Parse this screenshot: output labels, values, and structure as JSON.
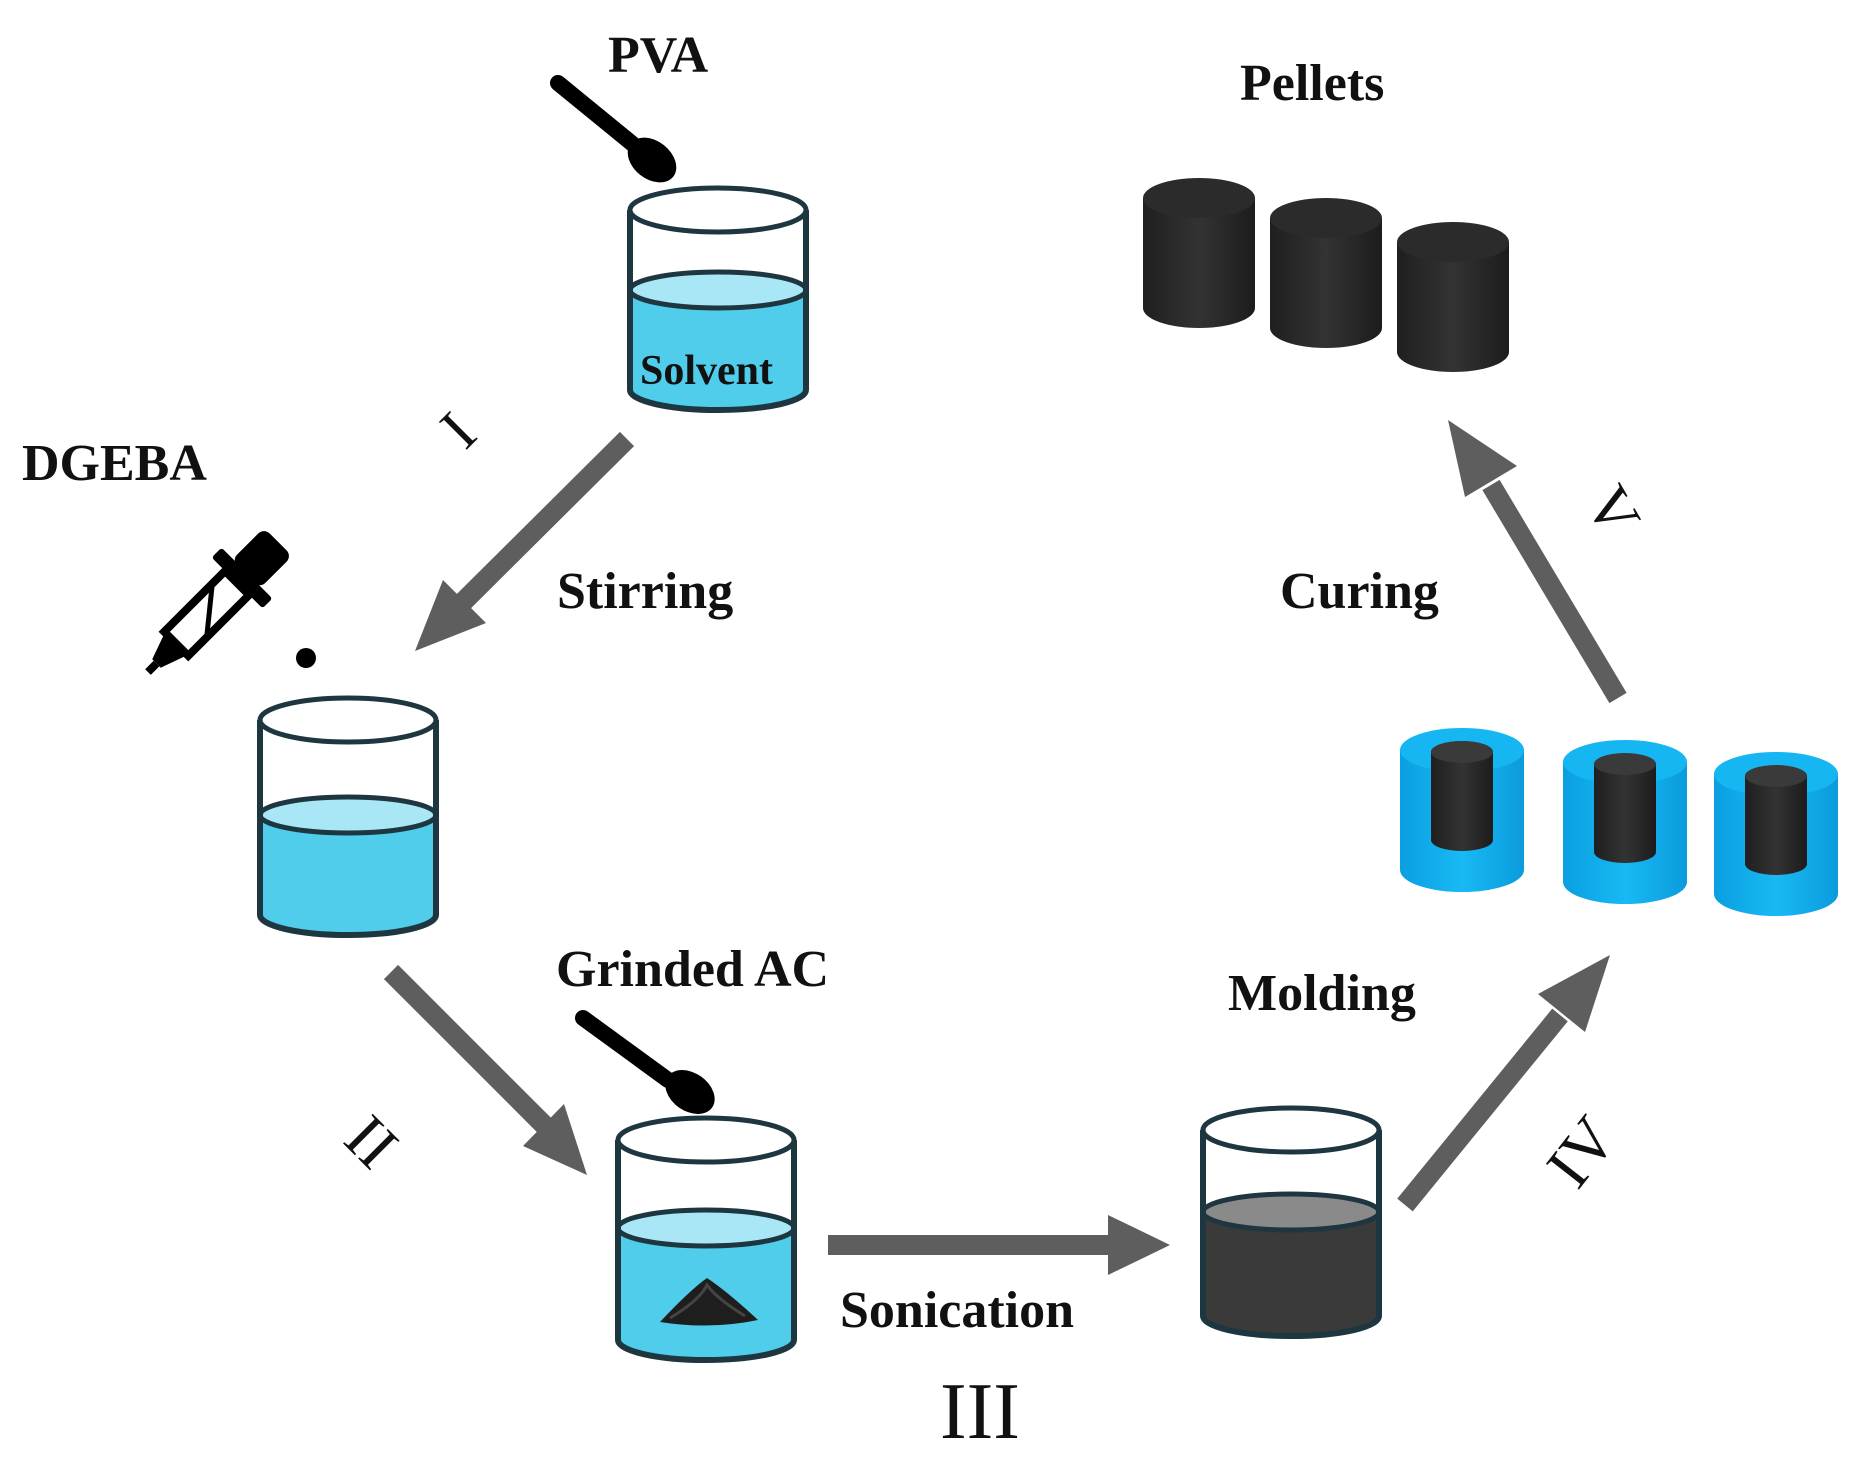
{
  "labels": {
    "pva": "PVA",
    "solvent": "Solvent",
    "dgeba": "DGEBA",
    "stirring": "Stirring",
    "grinded_ac": "Grinded AC",
    "sonication": "Sonication",
    "molding": "Molding",
    "curing": "Curing",
    "pellets": "Pellets"
  },
  "steps": {
    "i": "I",
    "ii": "II",
    "iii": "III",
    "iv": "IV",
    "v": "V"
  },
  "colors": {
    "liquid": "#4fcdea",
    "liquid_surface": "#a9e6f6",
    "beaker_outline": "#1e3640",
    "arrow": "#5e5e5e",
    "mold": "#0aabec",
    "pellet": "#2a2a2a",
    "dark_mixture": "#3a3a3a"
  }
}
